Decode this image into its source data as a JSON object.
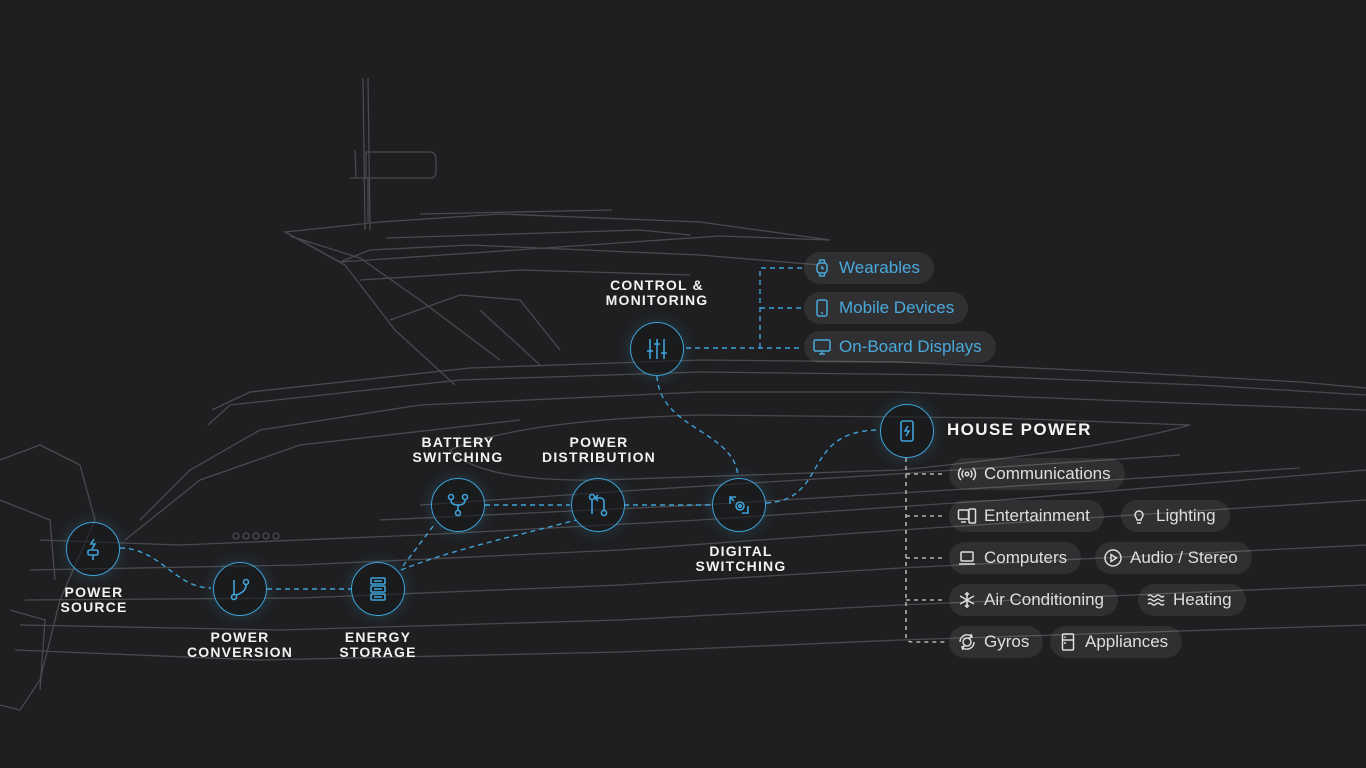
{
  "colors": {
    "accent": "#3fa2d8",
    "background": "#1f1f21"
  },
  "nodes": {
    "power_source": {
      "label": [
        "POWER",
        "SOURCE"
      ],
      "icon": "plug-icon"
    },
    "power_conversion": {
      "label": [
        "POWER",
        "CONVERSION"
      ],
      "icon": "branch-icon"
    },
    "energy_storage": {
      "label": [
        "ENERGY",
        "STORAGE"
      ],
      "icon": "battery-stack-icon"
    },
    "battery_switching": {
      "label": [
        "BATTERY",
        "SWITCHING"
      ],
      "icon": "fork-icon"
    },
    "power_distribution": {
      "label": [
        "POWER",
        "DISTRIBUTION"
      ],
      "icon": "pull-request-icon"
    },
    "digital_switching": {
      "label": [
        "DIGITAL",
        "SWITCHING"
      ],
      "icon": "refresh-gear-icon"
    },
    "control_monitoring": {
      "label": [
        "CONTROL &",
        "MONITORING"
      ],
      "icon": "sliders-icon"
    },
    "house_power": {
      "label": "HOUSE POWER",
      "icon": "phone-bolt-icon"
    }
  },
  "devices": [
    {
      "label": "Wearables",
      "icon": "watch-icon"
    },
    {
      "label": "Mobile Devices",
      "icon": "smartphone-icon"
    },
    {
      "label": "On-Board Displays",
      "icon": "monitor-icon"
    }
  ],
  "house_loads": [
    [
      {
        "label": "Communications",
        "icon": "broadcast-icon"
      }
    ],
    [
      {
        "label": "Entertainment",
        "icon": "devices-icon"
      },
      {
        "label": "Lighting",
        "icon": "bulb-icon"
      }
    ],
    [
      {
        "label": "Computers",
        "icon": "laptop-icon"
      },
      {
        "label": "Audio / Stereo",
        "icon": "play-circle-icon"
      }
    ],
    [
      {
        "label": "Air Conditioning",
        "icon": "snowflake-icon"
      },
      {
        "label": "Heating",
        "icon": "waves-icon"
      }
    ],
    [
      {
        "label": "Gyros",
        "icon": "gyro-icon"
      },
      {
        "label": "Appliances",
        "icon": "fridge-icon"
      }
    ]
  ]
}
